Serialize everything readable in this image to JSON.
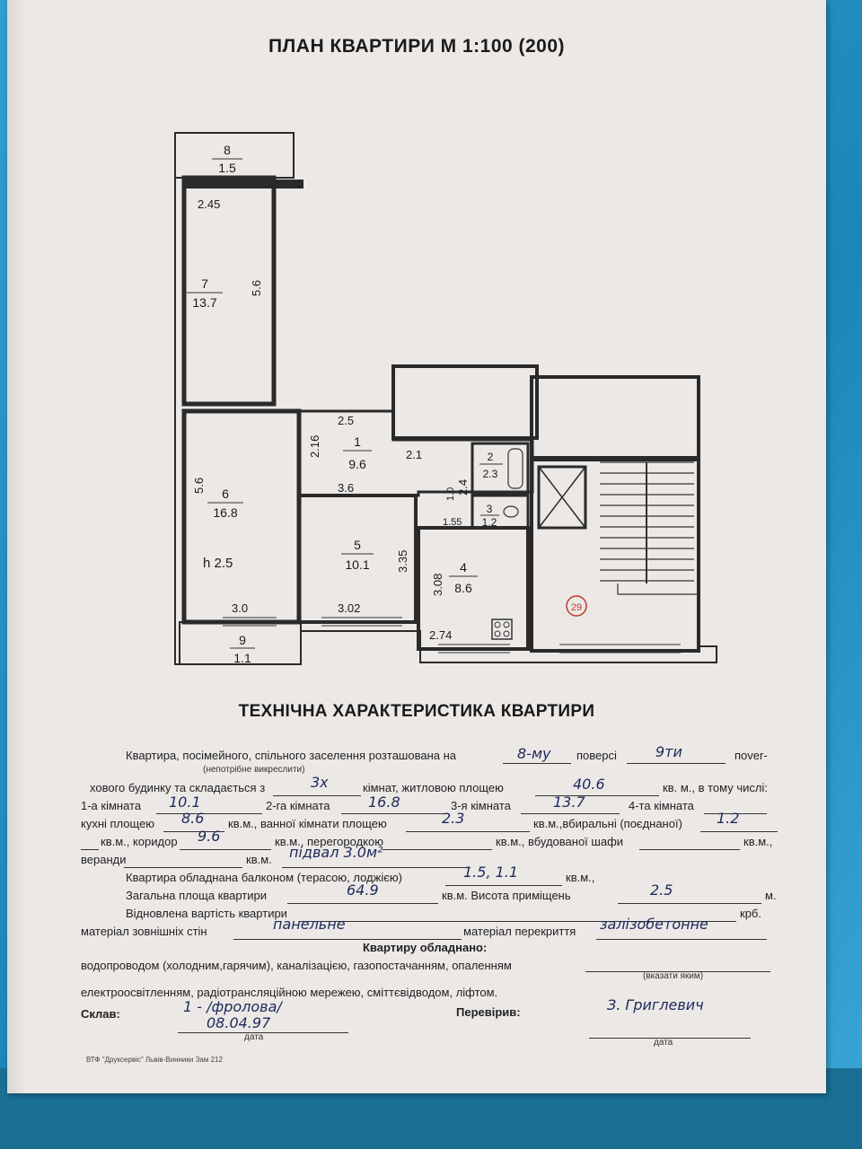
{
  "plan_title": "ПЛАН КВАРТИРИ М 1:100 (200)",
  "rooms": [
    {
      "num": "8",
      "area": "1.5"
    },
    {
      "num": "7",
      "area": "13.7"
    },
    {
      "num": "6",
      "area": "16.8"
    },
    {
      "num": "1",
      "area": "9.6"
    },
    {
      "num": "2",
      "area": "2.3"
    },
    {
      "num": "3",
      "area": "1.2"
    },
    {
      "num": "5",
      "area": "10.1"
    },
    {
      "num": "4",
      "area": "8.6"
    },
    {
      "num": "9",
      "area": "1.1"
    }
  ],
  "dimensions": {
    "d245": "2.45",
    "d56a": "5.6",
    "d56b": "5.6",
    "d25": "2.5",
    "d216": "2.16",
    "d21": "2.1",
    "d24": "2.4",
    "d36": "3.6",
    "d10": "1.0",
    "d155": "1.55",
    "d335": "3.35",
    "d308": "3.08",
    "d30": "3.0",
    "d302": "3.02",
    "d274": "2.74",
    "h": "h 2.5",
    "stair": "29"
  },
  "tech_title": "ТЕХНІЧНА ХАРАКТЕРИСТИКА КВАРТИРИ",
  "form": {
    "l1a": "Квартира, посімейного, спільного заселення розташована на",
    "floor": "8-му",
    "l1b": "поверсі",
    "floors": "9ти",
    "l1c": "пover-",
    "l1sub": "(непотрібне викреслити)",
    "l2a": "хового будинку та складається з",
    "rooms_count": "3х",
    "l2b": "кімнат, житловою площею",
    "living": "40.6",
    "l2c": "кв. м., в тому числі:",
    "r1l": "1-а кімната",
    "r1": "10.1",
    "r2l": "2-га кімната",
    "r2": "16.8",
    "r3l": "3-я кімната",
    "r3": "13.7",
    "r4l": "4-та кімната",
    "kitchen_l": "кухні площею",
    "kitchen": "8.6",
    "bath_l": "кв.м., ванної кімнати площею",
    "bath": "2.3",
    "wc_l": "кв.м.,вбиральні (поєднаної)",
    "wc": "1.2",
    "corr_l": "кв.м., коридор",
    "corr": "9.6",
    "part_l": "кв.м., перегородкою",
    "ward_l": "кв.м., вбудованої шафи",
    "kvm_end": "кв.м.,",
    "ver_l": "веранди",
    "ver_kvm": "кв.м.",
    "basement": "підвал 3.0м²",
    "balc_l": "Квартира обладнана балконом (терасою, лоджією)",
    "balc": "1.5, 1.1",
    "balc_kvm": "кв.м.,",
    "total_l": "Загальна площа квартири",
    "total": "64.9",
    "height_l": "кв.м. Висота приміщень",
    "height": "2.5",
    "height_m": "м.",
    "cost_l": "Відновлена вартість квартири",
    "cost_krb": "крб.",
    "wall_l": "матеріал зовнішніх стін",
    "wall": "панельне",
    "ceil_l": "матеріал перекриття",
    "ceil": "залізобетонне",
    "equip_title": "Квартиру обладнано:",
    "eq1": "водопроводом (холодним,гарячим), каналізацією, газопостачанням, опаленням",
    "eq_sub": "(вказати яким)",
    "eq2": "електроосвітленням, радіотрансляційною мережею, сміттєвідводом, ліфтом.",
    "sklav_l": "Склав:",
    "sklav": "1 - /фролова/",
    "date": "08.04.97",
    "date_l": "дата",
    "check_l": "Перевірив:",
    "check": "З. Григлевич",
    "date_l2": "дата"
  },
  "footer": "ВТФ \"Друксервіс\" Львів-Винники Зам 212"
}
